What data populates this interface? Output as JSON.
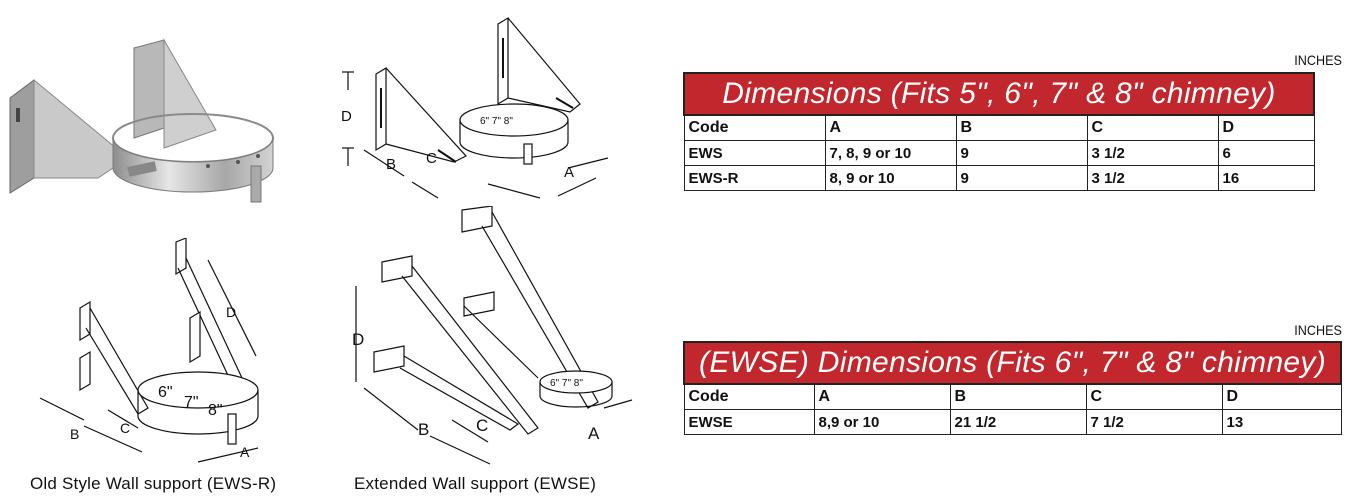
{
  "figures": {
    "ews_photo": {
      "alt": "ews-photo"
    },
    "ews_diagram": {
      "labels": [
        "D",
        "B",
        "C",
        "A"
      ],
      "ring_sizes": "6\"  7\"  8\""
    },
    "ews_r": {
      "labels": [
        "D",
        "B",
        "C",
        "A"
      ],
      "rings": [
        "6\"",
        "7\"",
        "8\""
      ],
      "caption": "Old Style Wall support (EWS-R)"
    },
    "ewse": {
      "labels": [
        "D",
        "B",
        "C",
        "A"
      ],
      "ring_sizes": "6\" 7\" 8\"",
      "caption": "Extended Wall support (EWSE)"
    }
  },
  "table1": {
    "units": "INCHES",
    "title": "Dimensions (Fits 5ʺ, 6ʺ, 7ʺ & 8ʺ chimney)",
    "columns": [
      "Code",
      "A",
      "B",
      "C",
      "D"
    ],
    "rows": [
      [
        "EWS",
        "7, 8, 9 or 10",
        "9",
        "3 1/2",
        "6"
      ],
      [
        "EWS-R",
        "8, 9 or 10",
        "9",
        "3 1/2",
        "16"
      ]
    ]
  },
  "table2": {
    "units": "INCHES",
    "title": "(EWSE) Dimensions (Fits 6ʺ, 7ʺ & 8ʺ chimney)",
    "columns": [
      "Code",
      "A",
      "B",
      "C",
      "D"
    ],
    "rows": [
      [
        "EWSE",
        "8,9 or 10",
        "21 1/2",
        "7 1/2",
        "13"
      ]
    ]
  },
  "colors": {
    "title_bg": "#c1272d",
    "title_text": "#ffffff"
  }
}
